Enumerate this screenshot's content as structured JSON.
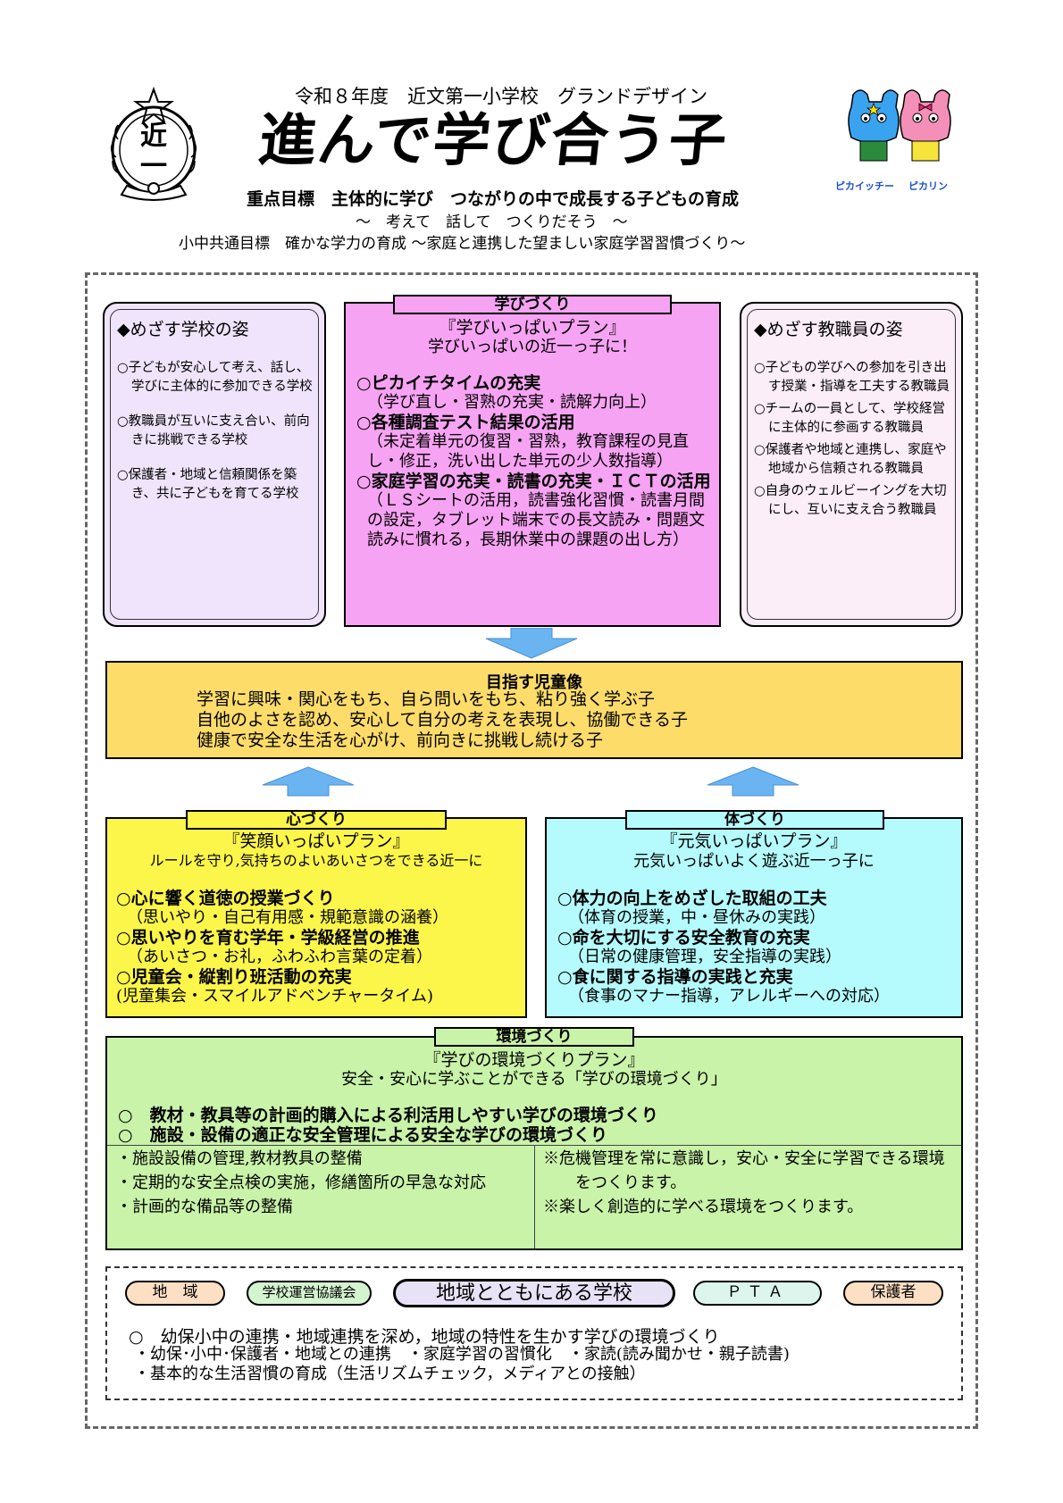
{
  "header": {
    "title_small": "令和８年度　近文第一小学校　グランドデザイン",
    "calligraphy": "進んで学び合う子",
    "emblem_char": "近一",
    "mascot_left": "ピカイッチー",
    "mascot_right": "ピカリン",
    "focus_goal": "重点目標　主体的に学び　つながりの中で成長する子どもの育成",
    "slogan": "～　考えて　話して　つくりだそう　～",
    "shared_goal": "小中共通目標　確かな学力の育成 ～家庭と連携した望ましい家庭学習習慣づくり～"
  },
  "school_vision": {
    "title": "◆めざす学校の姿",
    "items": [
      "○子どもが安心して考え、話し、学びに主体的に参加できる学校",
      "○教職員が互いに支え合い、前向きに挑戦できる学校",
      "○保護者・地域と信頼関係を築き、共に子どもを育てる学校"
    ]
  },
  "staff_vision": {
    "title": "◆めざす教職員の姿",
    "items": [
      "○子どもの学びへの参加を引き出す授業・指導を工夫する教職員",
      "○チームの一員として、学校経営に主体的に参画する教職員",
      "○保護者や地域と連携し、家庭や地域から信頼される教職員",
      "○自身のウェルビーイングを大切にし、互いに支え合う教職員"
    ]
  },
  "manabi": {
    "tab": "学びづくり",
    "plan": "『学びいっぱいプラン』",
    "subtitle": "学びいっぱいの近一っ子に！",
    "items": [
      {
        "head": "○ピカイチタイムの充実",
        "sub": "（学び直し・習熟の充実・読解力向上）"
      },
      {
        "head": "○各種調査テスト結果の活用",
        "sub": "（未定着単元の復習・習熟，教育課程の見直し・修正，洗い出した単元の少人数指導）"
      },
      {
        "head": "○家庭学習の充実・読書の充実・ＩＣＴの活用",
        "sub": "（ＬＳシートの活用，読書強化習慣・読書月間の設定，タブレット端末での長文読み・問題文読みに慣れる，長期休業中の課題の出し方）"
      }
    ]
  },
  "target_child": {
    "title": "目指す児童像",
    "lines": [
      "学習に興味・関心をもち、自ら問いをもち、粘り強く学ぶ子",
      "自他のよさを認め、安心して自分の考えを表現し、協働できる子",
      "健康で安全な生活を心がけ、前向きに挑戦し続ける子"
    ]
  },
  "kokoro": {
    "tab": "心づくり",
    "plan": "『笑顔いっぱいプラン』",
    "subtitle": "ルールを守り,気持ちのよいあいさつをできる近一に",
    "items": [
      {
        "head": "○心に響く道徳の授業づくり",
        "sub": "（思いやり・自己有用感・規範意識の涵養）"
      },
      {
        "head": "○思いやりを育む学年・学級経営の推進",
        "sub": "（あいさつ・お礼，ふわふわ言葉の定着）"
      },
      {
        "head": "○児童会・縦割り班活動の充実",
        "sub": "(児童集会・スマイルアドベンチャータイム)"
      }
    ]
  },
  "karada": {
    "tab": "体づくり",
    "plan": "『元気いっぱいプラン』",
    "subtitle": "元気いっぱいよく遊ぶ近一っ子に",
    "items": [
      {
        "head": "○体力の向上をめざした取組の工夫",
        "sub": "（体育の授業，中・昼休みの実践）"
      },
      {
        "head": "○命を大切にする安全教育の充実",
        "sub": "（日常の健康管理，安全指導の実践）"
      },
      {
        "head": "○食に関する指導の実践と充実",
        "sub": "（食事のマナー指導，アレルギーへの対応）"
      }
    ]
  },
  "kankyo": {
    "tab": "環境づくり",
    "plan": "『学びの環境づくりプラン』",
    "subtitle": "安全・安心に学ぶことができる「学びの環境づくり」",
    "items": [
      "○　教材・教具等の計画的購入による利活用しやすい学びの環境づくり",
      "○　施設・設備の適正な安全管理による安全な学びの環境づくり"
    ],
    "left_lines": [
      "・施設設備の管理,教材教具の整備",
      "・定期的な安全点検の実施，修繕箇所の早急な対応",
      "・計画的な備品等の整備"
    ],
    "right_lines": [
      "※危機管理を常に意識し，安心・安全に学習できる環境をつくります。",
      "※楽しく創造的に学べる環境をつくります。"
    ]
  },
  "community": {
    "pills": [
      "地　域",
      "学校運営協議会",
      "地域とともにある学校",
      "ＰＴＡ",
      "保護者"
    ],
    "main": "○　幼保小中の連携・地域連携を深め，地域の特性を生かす学びの環境づくり",
    "lines": [
      "・幼保･小中･保護者・地域との連携　・家庭学習の習慣化　・家読(読み聞かせ・親子読書)",
      "・基本的な生活習慣の育成（生活リズムチェック，メディアとの接触）"
    ]
  },
  "colors": {
    "lavender": "#efe4fb",
    "pink": "#f7a3f3",
    "yellow_target": "#fddc6a",
    "yellow_kokoro": "#fdf64a",
    "cyan": "#b5fbfd",
    "green": "#c9f3a8",
    "arrow": "#6ab4f2",
    "pill_orange": "#fde0c4",
    "pill_green": "#d4f4d0",
    "pill_lavender": "#e8e2f7",
    "pill_mint": "#dcf6ee"
  }
}
